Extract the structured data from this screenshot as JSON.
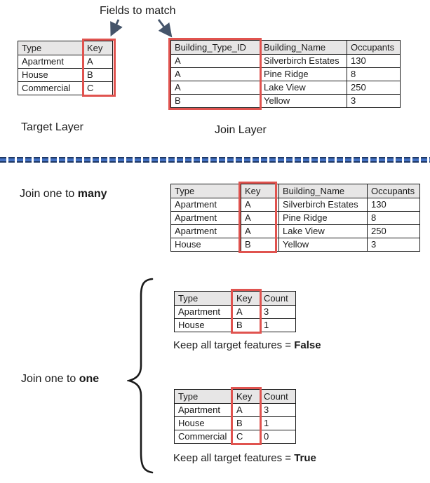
{
  "annotation": {
    "fields_to_match": "Fields to match"
  },
  "labels": {
    "target_layer": "Target Layer",
    "join_layer": "Join Layer",
    "one_to_many_prefix": "Join one to ",
    "one_to_many_bold": "many",
    "one_to_one_prefix": "Join one to ",
    "one_to_one_bold": "one",
    "keep_false_prefix": "Keep all target features = ",
    "keep_false_value": "False",
    "keep_true_prefix": "Keep all target features = ",
    "keep_true_value": "True"
  },
  "tables": {
    "target": {
      "headers": [
        "Type",
        "Key"
      ],
      "rows": [
        [
          "Apartment",
          "A"
        ],
        [
          "House",
          "B"
        ],
        [
          "Commercial",
          "C"
        ]
      ]
    },
    "join": {
      "headers": [
        "Building_Type_ID",
        "Building_Name",
        "Occupants"
      ],
      "rows": [
        [
          "A",
          "Silverbirch Estates",
          "130"
        ],
        [
          "A",
          "Pine Ridge",
          "8"
        ],
        [
          "A",
          "Lake View",
          "250"
        ],
        [
          "B",
          "Yellow",
          "3"
        ]
      ]
    },
    "one_to_many_result": {
      "headers": [
        "Type",
        "Key",
        "Building_Name",
        "Occupants"
      ],
      "rows": [
        [
          "Apartment",
          "A",
          "Silverbirch Estates",
          "130"
        ],
        [
          "Apartment",
          "A",
          "Pine Ridge",
          "8"
        ],
        [
          "Apartment",
          "A",
          "Lake View",
          "250"
        ],
        [
          "House",
          "B",
          "Yellow",
          "3"
        ]
      ]
    },
    "one_to_one_false": {
      "headers": [
        "Type",
        "Key",
        "Count"
      ],
      "rows": [
        [
          "Apartment",
          "A",
          "3"
        ],
        [
          "House",
          "B",
          "1"
        ]
      ]
    },
    "one_to_one_true": {
      "headers": [
        "Type",
        "Key",
        "Count"
      ],
      "rows": [
        [
          "Apartment",
          "A",
          "3"
        ],
        [
          "House",
          "B",
          "1"
        ],
        [
          "Commercial",
          "C",
          "0"
        ]
      ]
    }
  },
  "colors": {
    "highlight_red": "#E0534F",
    "arrow_navy": "#44546A",
    "divider_blue": "#4472C4",
    "divider_dark_blue": "#1F3864",
    "table_header_fill": "#E7E6E6",
    "table_border": "#1a1a1a"
  }
}
